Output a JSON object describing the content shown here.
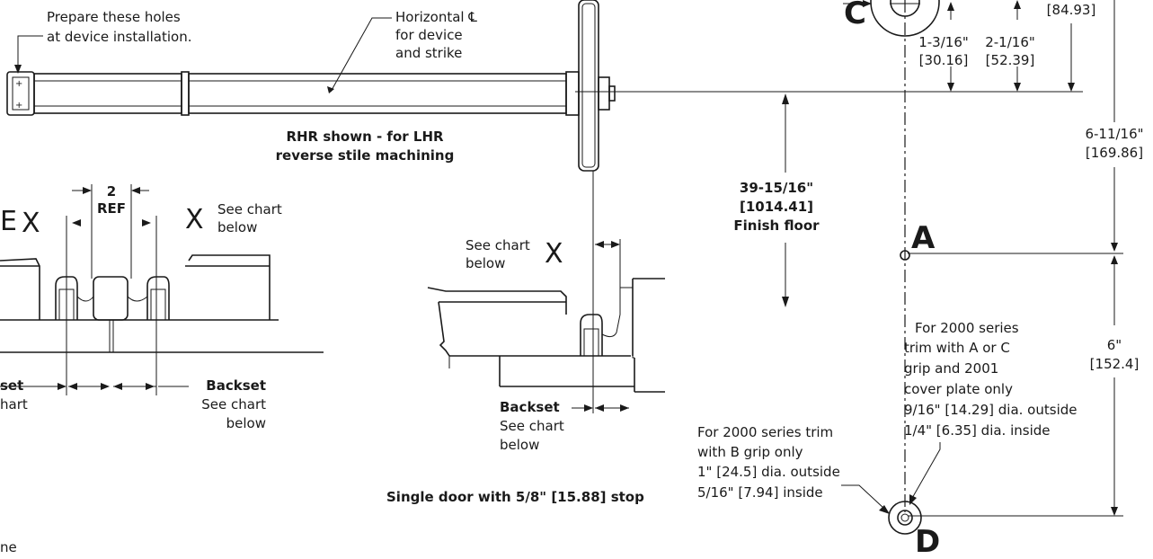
{
  "notes": {
    "prepare_line1": "Prepare these holes",
    "prepare_line2": "at device installation.",
    "horiz_line1": "Horizontal ℄",
    "horiz_line2": "for device",
    "horiz_line3": "and strike",
    "rhr_line1": "RHR shown - for LHR",
    "rhr_line2": "reverse stile machining",
    "two_line1": "2",
    "two_line2": "REF",
    "x_chart_line1": "See chart",
    "x_chart_line2": "below",
    "see_chart_line1": "See chart",
    "see_chart_line2": "below",
    "backset_left_frag": "set",
    "backset_left_frag2": "hart",
    "backset_mid": "Backset",
    "backset_mid_line2": "See chart",
    "backset_mid_line3": "below",
    "backset_single": "Backset",
    "backset_single_line2": "See chart",
    "backset_single_line3": "below",
    "single_door": "Single door with 5/8\" [15.88] stop",
    "b_grip_line1": "For 2000 series trim",
    "b_grip_line2": "with B grip only",
    "b_grip_line3": "1\" [24.5]  dia. outside",
    "b_grip_line4": "5/16\" [7.94] inside",
    "ac_grip_line1": "For 2000 series",
    "ac_grip_line2": "trim with A or C",
    "ac_grip_line3": "grip and 2001",
    "ac_grip_line4": "cover plate only",
    "ac_grip_line5": "9/16\" [14.29] dia. outside",
    "ac_grip_line6": "1/4\" [6.35] dia. inside",
    "x_mark": "X",
    "partial_bottom": "ne"
  },
  "dimensions": {
    "floor_line1": "39-15/16\"",
    "floor_line2": "[1014.41]",
    "floor_line3": "Finish floor",
    "d1_line1": "1-3/16\"",
    "d1_line2": "[30.16]",
    "d2_line1": "2-1/16\"",
    "d2_line2": "[52.39]",
    "d3_partial": "[84.93]",
    "d4_line1": "6-11/16\"",
    "d4_line2": "[169.86]",
    "d5_line1": "6\"",
    "d5_line2": "[152.4]"
  },
  "points": {
    "a": "A",
    "c": "C",
    "d": "D"
  }
}
